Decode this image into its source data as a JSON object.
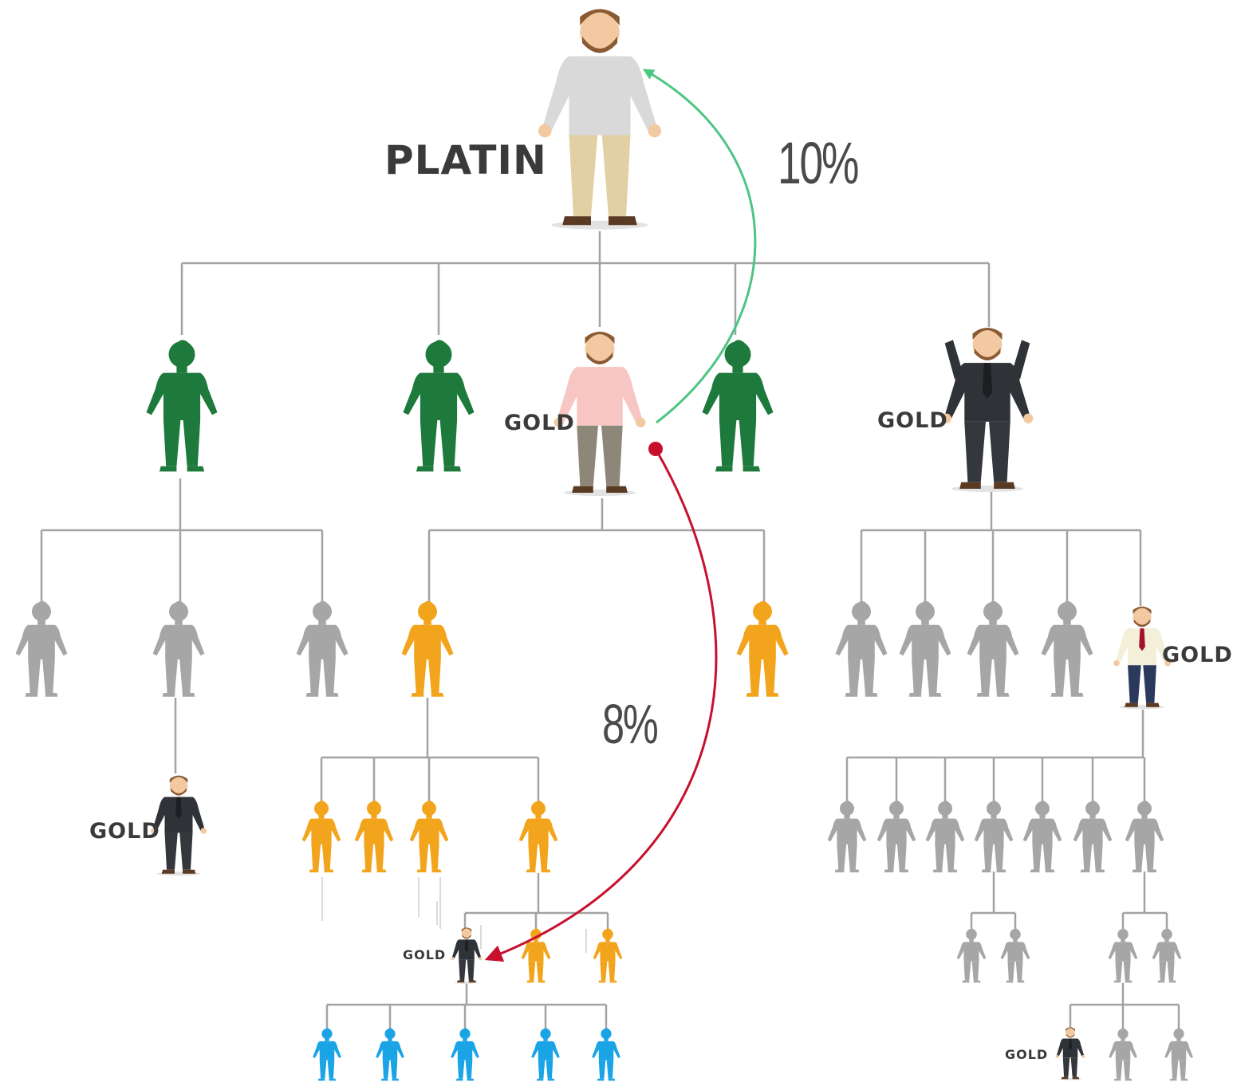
{
  "labels": {
    "top_rank": "PLATIN",
    "gold": "GOLD"
  },
  "commissions": {
    "upline": "10%",
    "downline": "8%"
  },
  "colors": {
    "line": "#a3a3a3",
    "upline_arrow": "#4dc583",
    "downline_arrow": "#c8102e",
    "green_member": "#1e7a3c",
    "gray_member": "#a6a6a6",
    "orange_member": "#f2a51c",
    "blue_member": "#1aa4e6"
  }
}
